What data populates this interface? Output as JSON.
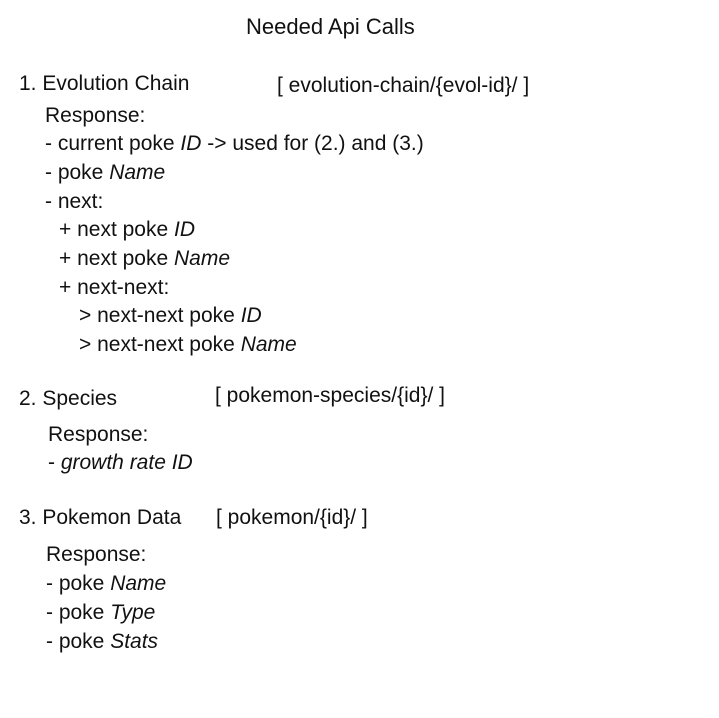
{
  "title": "Needed Api Calls",
  "sections": [
    {
      "heading": "1. Evolution Chain",
      "endpoint": "[ evolution-chain/{evol-id}/ ]",
      "response_label": "Response:",
      "lines": [
        {
          "prefix": "- current poke ",
          "em": "ID",
          "suffix": " -> used for (2.) and (3.)"
        },
        {
          "prefix": "- poke ",
          "em": "Name"
        },
        {
          "prefix": "- next:"
        },
        {
          "prefix": "+ next poke ",
          "em": "ID"
        },
        {
          "prefix": "+ next poke ",
          "em": "Name"
        },
        {
          "prefix": "+ next-next:"
        },
        {
          "prefix": "> next-next poke ",
          "em": "ID"
        },
        {
          "prefix": "> next-next poke ",
          "em": "Name"
        }
      ]
    },
    {
      "heading": "2. Species",
      "endpoint": "[ pokemon-species/{id}/ ]",
      "response_label": "Response:",
      "lines": [
        {
          "prefix": "- ",
          "em": "growth rate ID"
        }
      ]
    },
    {
      "heading": "3. Pokemon Data",
      "endpoint": "[ pokemon/{id}/ ]",
      "response_label": "Response:",
      "lines": [
        {
          "prefix": "- poke ",
          "em": "Name"
        },
        {
          "prefix": "- poke ",
          "em": "Type"
        },
        {
          "prefix": "- poke ",
          "em": "Stats"
        }
      ]
    }
  ]
}
